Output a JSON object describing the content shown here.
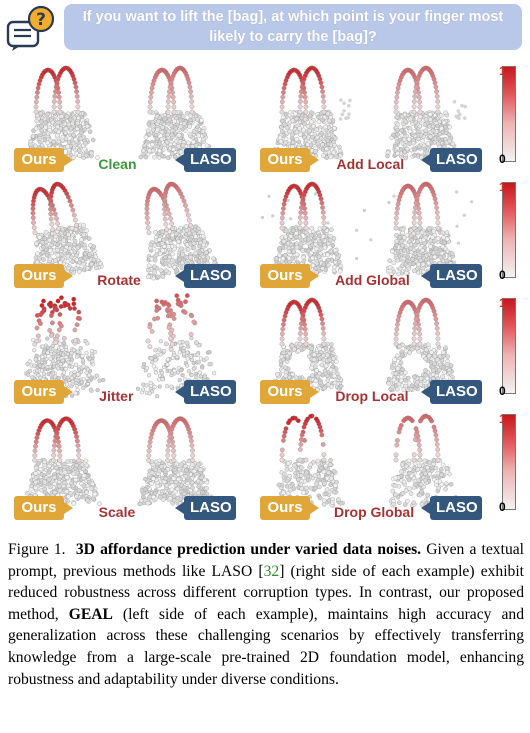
{
  "header": {
    "icon_symbol": "?",
    "prompt": "If you want to lift the [bag], at which point is your finger most likely to carry the [bag]?",
    "prompt_color": "#b9c7e9"
  },
  "labels": {
    "ours": "Ours",
    "laso": "LASO"
  },
  "colors": {
    "ours": "#e0a637",
    "laso": "#34577e",
    "clean": "#3a9a3a",
    "noise": "#a83232"
  },
  "conditions": [
    {
      "name": "Clean",
      "color": "#3a9a3a",
      "noise": "clean"
    },
    {
      "name": "Add Local",
      "color": "#a83232",
      "noise": "addlocal"
    },
    {
      "name": "Rotate",
      "color": "#a83232",
      "noise": "rotate"
    },
    {
      "name": "Add Global",
      "color": "#a83232",
      "noise": "addglobal"
    },
    {
      "name": "Jitter",
      "color": "#a83232",
      "noise": "jitter"
    },
    {
      "name": "Drop Local",
      "color": "#a83232",
      "noise": "droplocal"
    },
    {
      "name": "Scale",
      "color": "#a83232",
      "noise": "scale"
    },
    {
      "name": "Drop Global",
      "color": "#a83232",
      "noise": "dropglobal"
    }
  ],
  "colorbar": {
    "max": "1",
    "min": "0"
  },
  "caption": {
    "figure_label": "Figure 1.",
    "bold_title": "3D affordance prediction under varied data noises.",
    "text_part1": "Given a textual prompt, previous methods like LASO [",
    "ref": "32",
    "text_part2": "] (right side of each example) exhibit reduced robustness across different corruption types. In contrast, our proposed method, ",
    "method_name": "GEAL",
    "text_part3": " (left side of each example), maintains high accuracy and generalization across these challenging scenarios by effectively transferring knowledge from a large-scale pre-trained 2D foundation model, enhancing robustness and adaptability under diverse conditions."
  }
}
